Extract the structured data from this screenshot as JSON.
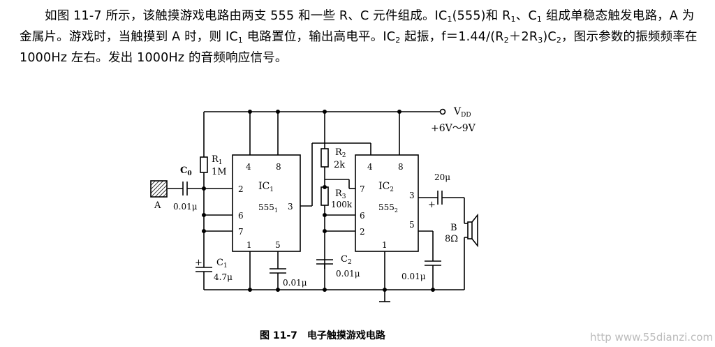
{
  "paragraph": {
    "p1": "如图 11-7 所示，该触摸游戏电路由两支 555 和一些 R、C 元件组成。IC",
    "s1": "1",
    "p2": "(555)和 R",
    "s2": "1",
    "p3": "、C",
    "s3": "1",
    "p4": " 组成单稳态触发电路，A 为金属片。游戏时，当触摸到 A 时，则 IC",
    "s4": "1",
    "p5": " 电路置位，输出高电平。IC",
    "s5": "2",
    "p6": " 起振，f＝1.44/(R",
    "s6": "2",
    "p7": "＋2R",
    "s7": "3",
    "p8": ")C",
    "s8": "2",
    "p9": "，图示参数的振频频率在 1000Hz 左右。发出 1000Hz 的音频响应信号。"
  },
  "circuit": {
    "vdd_label": "V",
    "vdd_sub": "DD",
    "supply_range": "+6V～9V",
    "touch_plate": "A",
    "c0_label": "C",
    "c0_sub": "0",
    "c0_value": "0.01μ",
    "r1_label": "R",
    "r1_sub": "1",
    "r1_value": "1M",
    "c1_label": "C",
    "c1_sub": "1",
    "c1_value": "4.7μ",
    "c1_plus": "+",
    "ic1_label": "IC",
    "ic1_sub": "1",
    "ic1_type": "555",
    "ic1_type_sub": "1",
    "ic1_pins": {
      "p4": "4",
      "p8": "8",
      "p2": "2",
      "p6": "6",
      "p7": "7",
      "p3": "3",
      "p1": "1",
      "p5": "5"
    },
    "c_pin5_value": "0.01μ",
    "r2_label": "R",
    "r2_sub": "2",
    "r2_value": "2k",
    "r3_label": "R",
    "r3_sub": "3",
    "r3_value": "100k",
    "c2_label": "C",
    "c2_sub": "2",
    "c2_value": "0.01μ",
    "ic2_label": "IC",
    "ic2_sub": "2",
    "ic2_type": "555",
    "ic2_type_sub": "2",
    "ic2_pins": {
      "p4": "4",
      "p8": "8",
      "p7": "7",
      "p6": "6",
      "p2": "2",
      "p3": "3",
      "p5": "5",
      "p1": "1"
    },
    "c_out_value": "20μ",
    "c_out_plus": "+",
    "c_ic2_pin5_value": "0.01μ",
    "speaker_label": "B",
    "speaker_value": "8Ω"
  },
  "caption": "图 11-7　电子触摸游戏电路",
  "watermark": "http  www.55dianzi.com"
}
